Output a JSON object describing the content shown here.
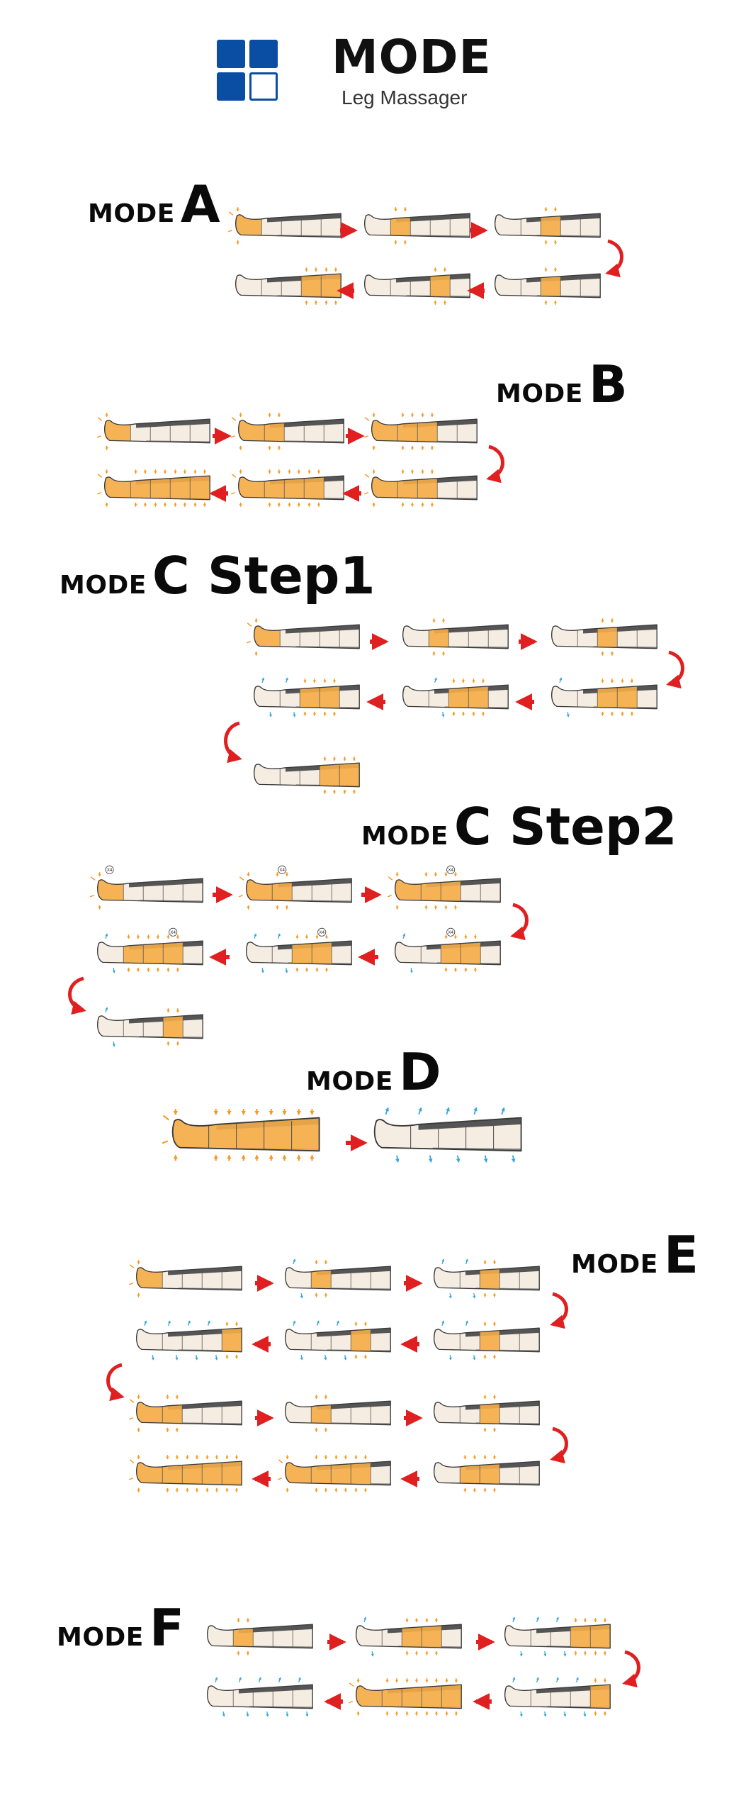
{
  "header": {
    "logo_icon": "four-squares-logo-icon",
    "brand": "MODE",
    "subtitle": "Leg Massager"
  },
  "colors": {
    "brand_blue": "#0a4ea3",
    "active_orange": "#f59a23",
    "active_fill": "#f6ad47",
    "deflate_blue": "#35a7dc",
    "arrow_red": "#e02020",
    "cuff_dark": "#555555",
    "skin": "#f5ece2"
  },
  "modes": [
    {
      "id": "A",
      "prefix": "MODE",
      "label": "A"
    },
    {
      "id": "B",
      "prefix": "MODE",
      "label": "B"
    },
    {
      "id": "C1",
      "prefix": "MODE",
      "label": "C Step1"
    },
    {
      "id": "C2",
      "prefix": "MODE",
      "label": "C Step2"
    },
    {
      "id": "D",
      "prefix": "MODE",
      "label": "D"
    },
    {
      "id": "E",
      "prefix": "MODE",
      "label": "E"
    },
    {
      "id": "F",
      "prefix": "MODE",
      "label": "F"
    }
  ],
  "repeat_badge": "X4"
}
